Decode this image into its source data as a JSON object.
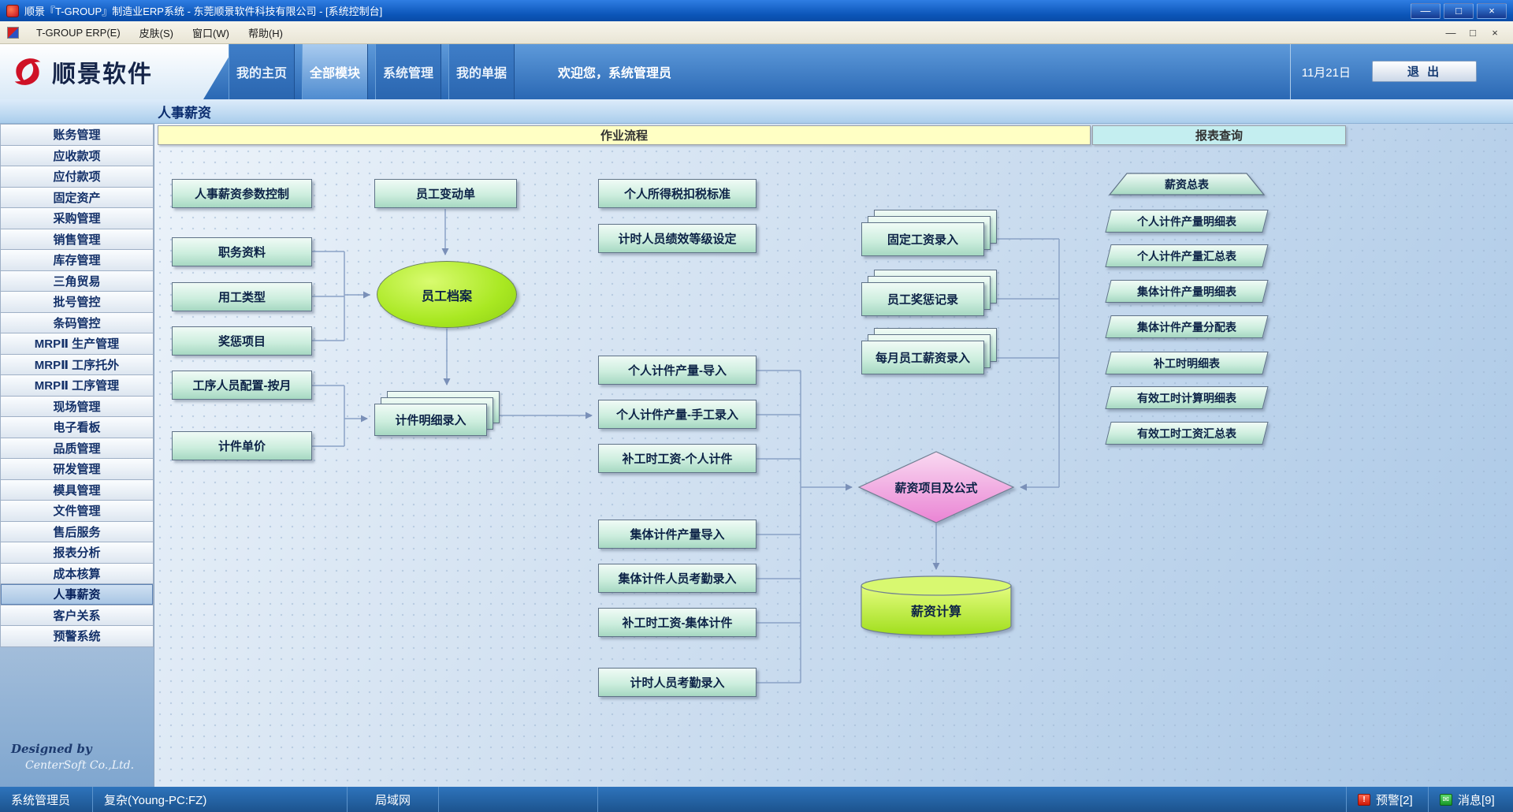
{
  "window": {
    "title": "顺景『T-GROUP』制造业ERP系统 - 东莞顺景软件科技有限公司 - [系统控制台]",
    "controls": {
      "minimize": "—",
      "maximize": "□",
      "close": "×"
    }
  },
  "menubar": {
    "items": [
      "T-GROUP ERP(E)",
      "皮肤(S)",
      "窗口(W)",
      "帮助(H)"
    ]
  },
  "header": {
    "logo_text": "顺景软件",
    "tabs": [
      "我的主页",
      "全部模块",
      "系统管理",
      "我的单据"
    ],
    "active_tab": "全部模块",
    "welcome": "欢迎您，系统管理员",
    "date": "11月21日",
    "exit": "退 出"
  },
  "subheader": {
    "title": "人事薪资"
  },
  "sidebar": {
    "items": [
      "账务管理",
      "应收款项",
      "应付款项",
      "固定资产",
      "采购管理",
      "销售管理",
      "库存管理",
      "三角贸易",
      "批号管控",
      "条码管控",
      "MRPⅡ 生产管理",
      "MRPⅡ 工序托外",
      "MRPⅡ 工序管理",
      "现场管理",
      "电子看板",
      "品质管理",
      "研发管理",
      "模具管理",
      "文件管理",
      "售后服务",
      "报表分析",
      "成本核算",
      "人事薪资",
      "客户关系",
      "预警系统"
    ],
    "selected": "人事薪资",
    "footer1": "Designed by",
    "footer2": "CenterSoft Co.,Ltd."
  },
  "flow": {
    "sections": {
      "process": "作业流程",
      "reports": "报表查询"
    },
    "nodes": {
      "params_control": "人事薪资参数控制",
      "emp_change": "员工变动单",
      "tax_standard": "个人所得税扣税标准",
      "time_grade": "计时人员绩效等级设定",
      "job_info": "职务资料",
      "work_type": "用工类型",
      "reward_item": "奖惩项目",
      "emp_archive": "员工档案",
      "proc_staff": "工序人员配置-按月",
      "piece_price": "计件单价",
      "piece_detail": "计件明细录入",
      "personal_import": "个人计件产量-导入",
      "personal_manual": "个人计件产量-手工录入",
      "overtime_personal": "补工时工资-个人计件",
      "group_import": "集体计件产量导入",
      "group_attend": "集体计件人员考勤录入",
      "overtime_group": "补工时工资-集体计件",
      "time_attend": "计时人员考勤录入",
      "fixed_salary": "固定工资录入",
      "emp_reward": "员工奖惩记录",
      "monthly_salary": "每月员工薪资录入",
      "salary_formula": "薪资项目及公式",
      "salary_calc": "薪资计算"
    },
    "reports": [
      "薪资总表",
      "个人计件产量明细表",
      "个人计件产量汇总表",
      "集体计件产量明细表",
      "集体计件产量分配表",
      "补工时明细表",
      "有效工时计算明细表",
      "有效工时工资汇总表"
    ]
  },
  "statusbar": {
    "user": "系统管理员",
    "machine": "复杂(Young-PC:FZ)",
    "network": "局域网",
    "alerts": "预警[2]",
    "messages": "消息[9]",
    "alert_glyph": "!",
    "message_glyph": "✉"
  },
  "colors": {
    "titlebar_blue": "#0b55b8",
    "header_blue": "#2a68b4",
    "box_mint": "#cdeede",
    "ellipse_green": "#a9e822",
    "diamond_pink": "#ea84d4",
    "cylinder_green": "#b8ee3c",
    "section_yellow": "#ffffc4",
    "section_cyan": "#c4eef0"
  }
}
